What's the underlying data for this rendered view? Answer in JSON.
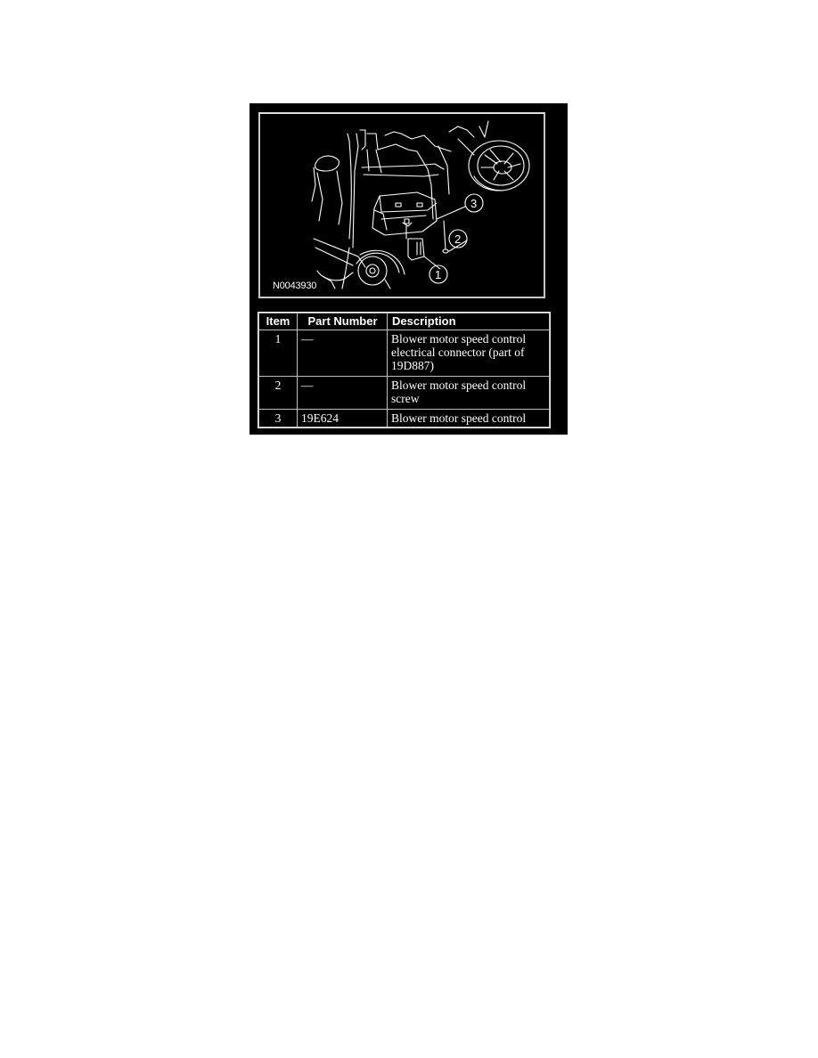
{
  "figure": {
    "id_label": "N0043930",
    "callouts": [
      "1",
      "2",
      "3"
    ],
    "icon": "blower-motor-speed-control-illustration"
  },
  "table": {
    "headers": {
      "item": "Item",
      "part_number": "Part Number",
      "description": "Description"
    },
    "rows": [
      {
        "item": "1",
        "part_number": "—",
        "description": "Blower motor speed control electrical connector (part of 19D887)"
      },
      {
        "item": "2",
        "part_number": "—",
        "description": "Blower motor speed control screw"
      },
      {
        "item": "3",
        "part_number": "19E624",
        "description": "Blower motor speed control"
      }
    ]
  },
  "colors": {
    "page_background": "#ffffff",
    "panel_background": "#000000",
    "line_color": "#ffffff",
    "border_gray": "#bdbdbd"
  }
}
